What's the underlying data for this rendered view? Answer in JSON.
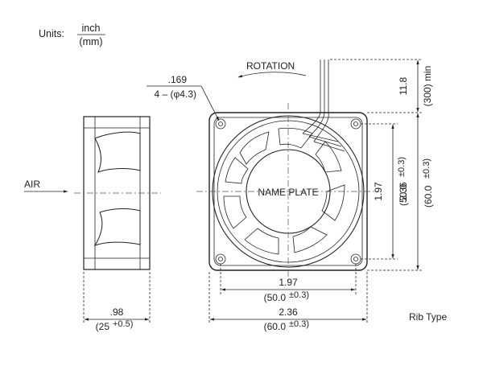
{
  "units": {
    "label": "Units:",
    "numerator": "inch",
    "denominator": "(mm)"
  },
  "labels": {
    "rotation": "ROTATION",
    "air": "AIR",
    "name_plate": "NAME PLATE",
    "rib_type": "Rib Type"
  },
  "dimensions": {
    "hole_inch": ".169",
    "hole_mm": "4 – (φ4.3)",
    "lead_inch": "11.8",
    "lead_mm": "(300) min",
    "mount_v_inch": "1.97",
    "mount_v_mm": "(50.0",
    "mount_v_tol": "±0.3)",
    "frame_v_inch": "2.36",
    "frame_v_mm": "(60.0",
    "frame_v_tol": "±0.3)",
    "mount_h_inch": "1.97",
    "mount_h_mm": "(50.0",
    "mount_h_tol": "±0.3)",
    "frame_h_inch": "2.36",
    "frame_h_mm": "(60.0",
    "frame_h_tol": "±0.3)",
    "depth_inch": ".98",
    "depth_mm": "(25",
    "depth_tol": "+0.5)"
  }
}
